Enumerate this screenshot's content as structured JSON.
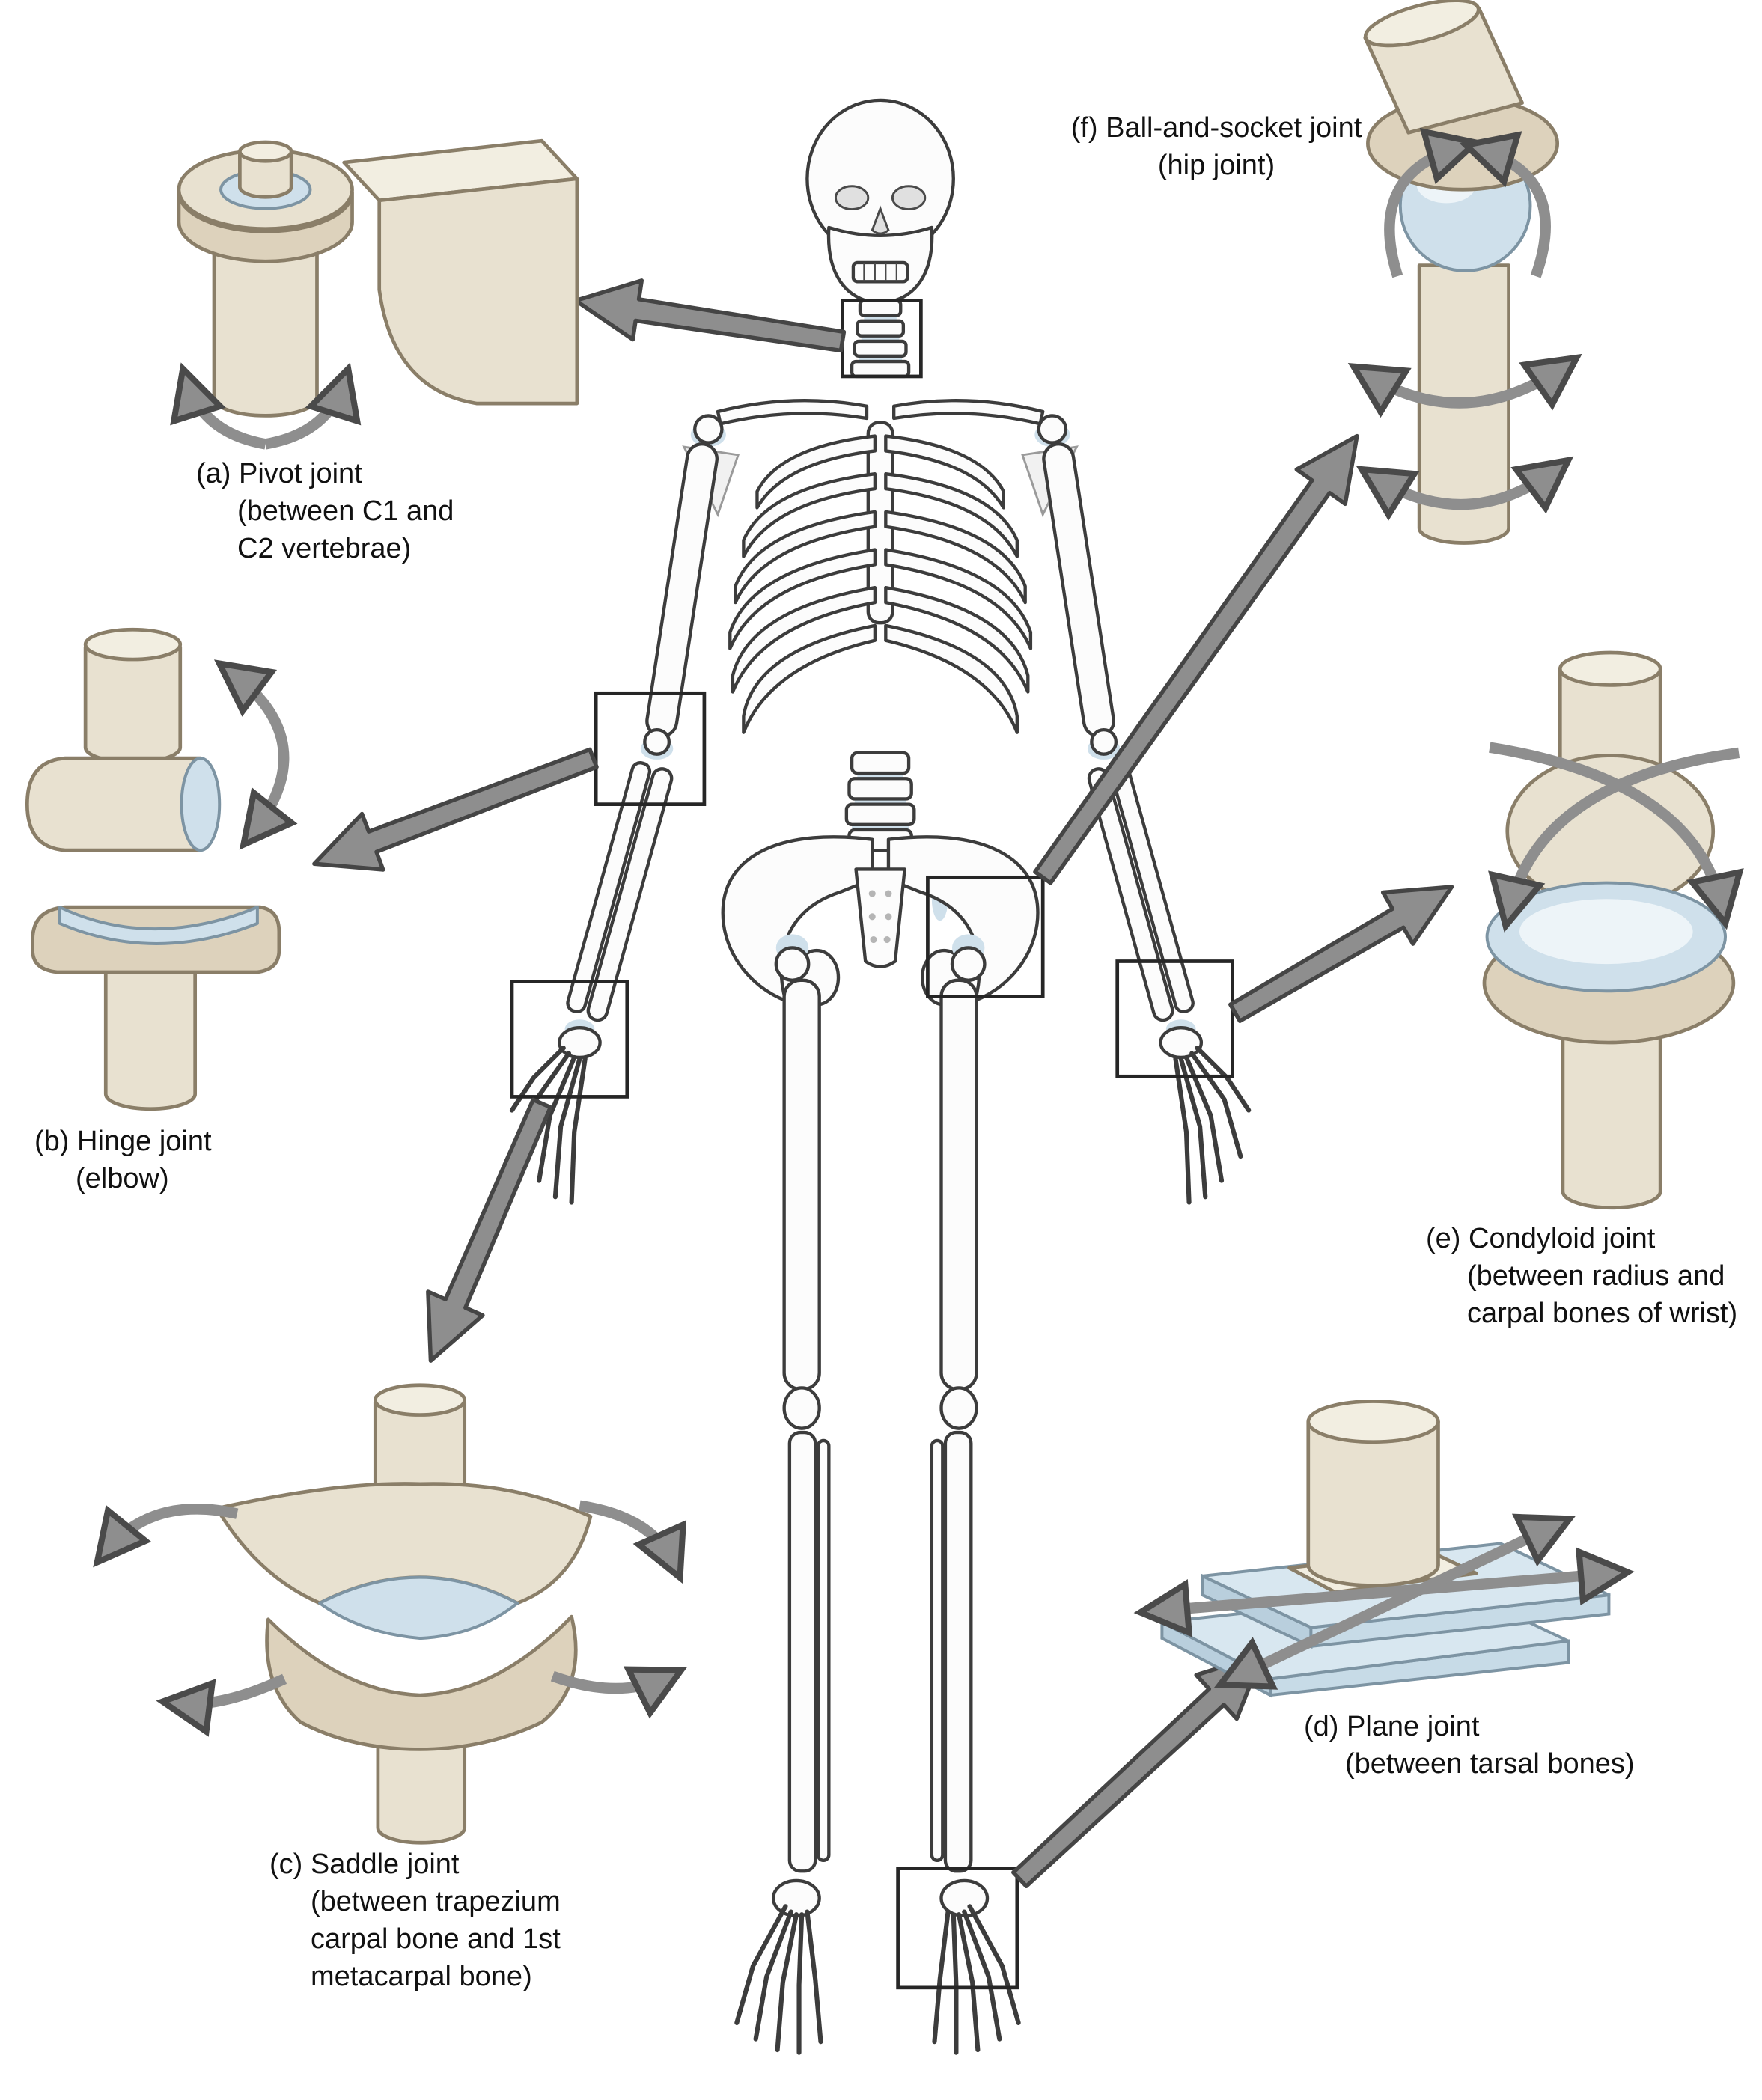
{
  "colors": {
    "bone": "#e8e1d0",
    "bone_dark": "#ddd2bc",
    "bone_light": "#f2eee1",
    "bone_outline": "#8a7e68",
    "cartilage": "#cfe0eb",
    "cartilage_outline": "#7d94a3",
    "arrow": "#8e8e8e",
    "arrow_outline": "#454545",
    "skeleton_outline": "#3c3c3c"
  },
  "labels": {
    "a": "(a) Pivot joint\n(between C1 and\nC2 vertebrae)",
    "b": "(b) Hinge joint\n(elbow)",
    "c": "(c) Saddle joint\n(between trapezium\ncarpal bone and 1st\nmetacarpal bone)",
    "d": "(d) Plane joint\n(between tarsal bones)",
    "e": "(e) Condyloid joint\n(between radius and\ncarpal bones of wrist)",
    "f": "(f) Ball-and-socket joint\n(hip joint)"
  }
}
